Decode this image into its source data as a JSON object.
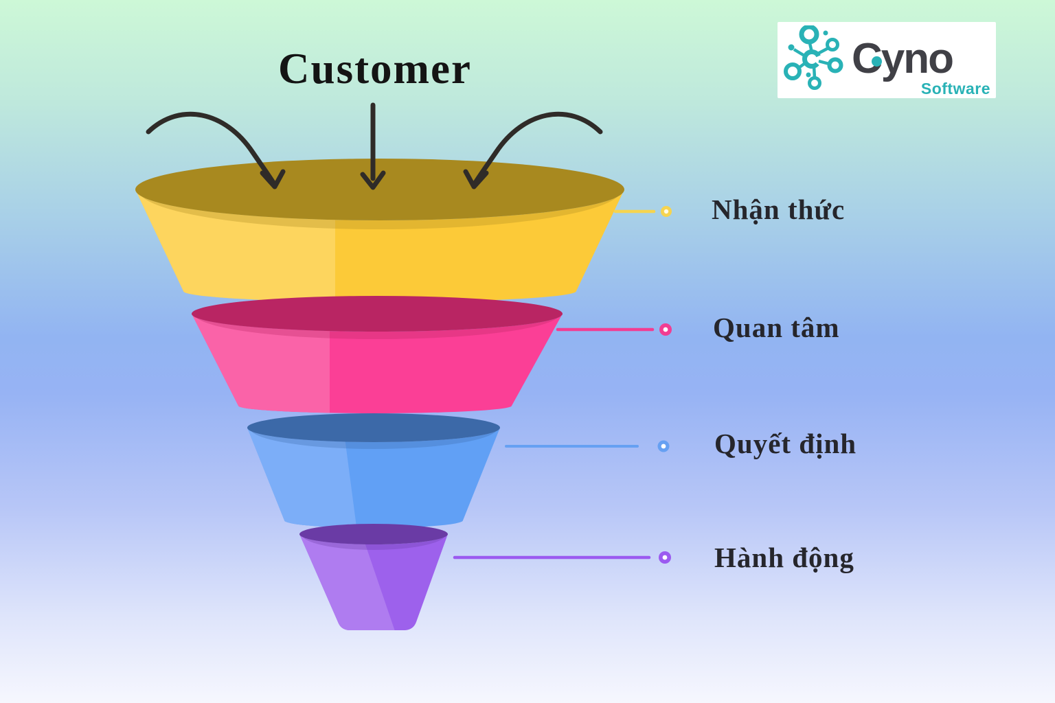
{
  "title": "Customer",
  "logo": {
    "brand": "Cyno",
    "subtitle": "Software",
    "accent_color": "#29b2b6",
    "brand_text_color": "#404046",
    "icon": "network-nodes-icon"
  },
  "chart_data": {
    "type": "funnel",
    "title": "Customer",
    "orientation": "top-down",
    "label_text_color": "#26262c",
    "inflow_arrows": 3,
    "stages": [
      {
        "label": "Nhận thức",
        "order": 1,
        "colors": {
          "top": "#a8891f",
          "body": "#fcca38",
          "body_light": "#fdd55e",
          "connector": "#f6d44f"
        }
      },
      {
        "label": "Quan tâm",
        "order": 2,
        "colors": {
          "top": "#b92563",
          "body": "#fb3f96",
          "body_light": "#fa63a8",
          "connector": "#f23d92"
        }
      },
      {
        "label": "Quyết định",
        "order": 3,
        "colors": {
          "top": "#3c69a8",
          "body": "#61a0f5",
          "body_light": "#7caef8",
          "connector": "#66a0f2"
        }
      },
      {
        "label": "Hành động",
        "order": 4,
        "colors": {
          "top": "#6a3ba5",
          "body": "#9d61ec",
          "body_light": "#af7cf0",
          "connector": "#9b5af0"
        }
      }
    ]
  }
}
